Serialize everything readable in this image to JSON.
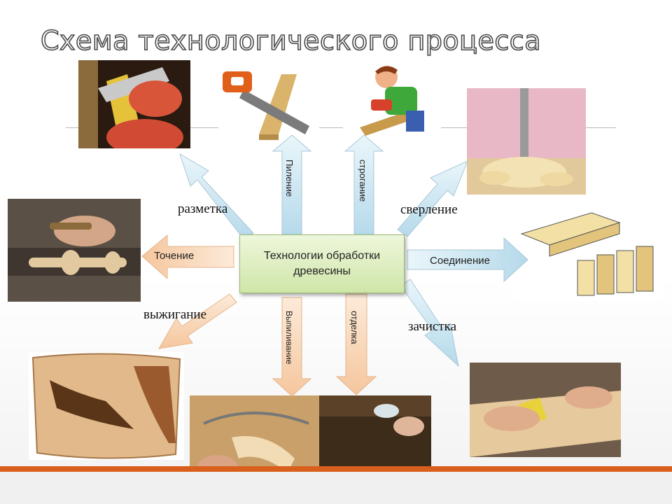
{
  "title": "Схема технологического процесса",
  "center": "Технологии обработки древесины",
  "labels": {
    "razmetka": "разметка",
    "pilenie": "Пиление",
    "stroganie": "строгание",
    "sverlenie": "сверление",
    "tochenie": "Точение",
    "soedinenie": "Соединение",
    "vyzhiganie": "выжигание",
    "vypilivanie": "Выпиливание",
    "otdelka": "отделка",
    "zachistka": "зачистка"
  },
  "colors": {
    "blue_arrow": "#bfe0ee",
    "orange_arrow": "#f8d1ad",
    "center_box": "#d9eebc",
    "accent_bar": "#d9601c"
  }
}
